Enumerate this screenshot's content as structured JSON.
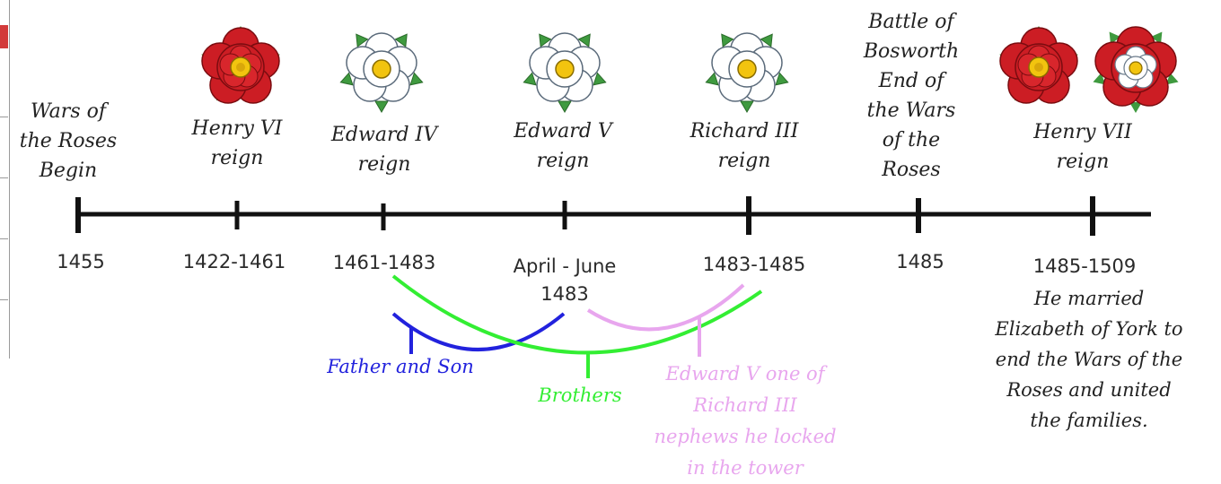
{
  "events": [
    {
      "id": "wars-begin",
      "label": "Wars of\nthe Roses\nBegin",
      "date": "1455",
      "rose": "none"
    },
    {
      "id": "henry-vi",
      "label": "Henry VI\nreign",
      "date": "1422-1461",
      "rose": "lancaster-red"
    },
    {
      "id": "edward-iv",
      "label": "Edward IV\nreign",
      "date": "1461-1483",
      "rose": "york-white"
    },
    {
      "id": "edward-v",
      "label": "Edward V\nreign",
      "date": "April - June\n1483",
      "rose": "york-white"
    },
    {
      "id": "richard-iii",
      "label": "Richard III\nreign",
      "date": "1483-1485",
      "rose": "york-white"
    },
    {
      "id": "bosworth",
      "label": "Battle of\nBosworth\nEnd of\nthe Wars\nof the\nRoses",
      "date": "1485",
      "rose": "none"
    },
    {
      "id": "henry-vii",
      "label": "Henry VII\nreign",
      "date": "1485-1509",
      "rose": "lancaster-red + tudor-rose"
    }
  ],
  "henry_vii_note": "He married\nElizabeth of York to\nend the Wars of the\nRoses and united\nthe families.",
  "relationships": [
    {
      "id": "father-son",
      "label": "Father and Son",
      "color": "#2222dd"
    },
    {
      "id": "brothers",
      "label": "Brothers",
      "color": "#33ee33"
    },
    {
      "id": "nephews",
      "label": "Edward V one of\nRichard III\nnephews he locked\nin the tower",
      "color": "#e8a6ee"
    }
  ],
  "colors": {
    "timeline": "#111111",
    "lancaster_red": "#cc1d24",
    "york_white": "#ffffff",
    "rose_center": "#f2c40f",
    "leaf_green": "#3f9a3f"
  }
}
